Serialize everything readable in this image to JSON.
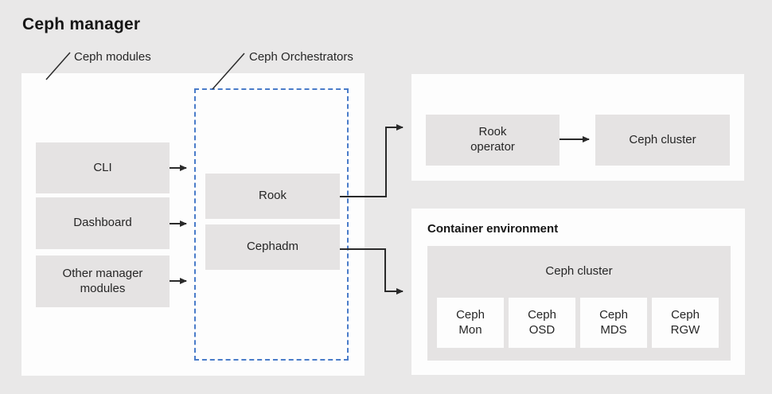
{
  "diagram": {
    "title": "Ceph manager",
    "callouts": {
      "modules": "Ceph modules",
      "orchestrators": "Ceph Orchestrators"
    },
    "manager_modules": [
      {
        "label": "CLI"
      },
      {
        "label": "Dashboard"
      },
      {
        "label": "Other manager modules"
      }
    ],
    "orchestrator_modules": [
      {
        "label": "Rook"
      },
      {
        "label": "Cephadm"
      }
    ],
    "rook_pipeline": {
      "operator_label": "Rook operator",
      "cluster_label": "Ceph cluster"
    },
    "container_environment": {
      "title": "Container environment",
      "cluster_label": "Ceph cluster",
      "daemons": [
        {
          "label": "Ceph Mon"
        },
        {
          "label": "Ceph OSD"
        },
        {
          "label": "Ceph MDS"
        },
        {
          "label": "Ceph RGW"
        }
      ]
    },
    "colors": {
      "background": "#e9e8e8",
      "panel": "#fdfdfd",
      "node_fill": "#e5e3e3",
      "connector": "#2a2a2a",
      "orchestrator_border": "#4a7cc9",
      "text": "#1f1f1f"
    }
  }
}
